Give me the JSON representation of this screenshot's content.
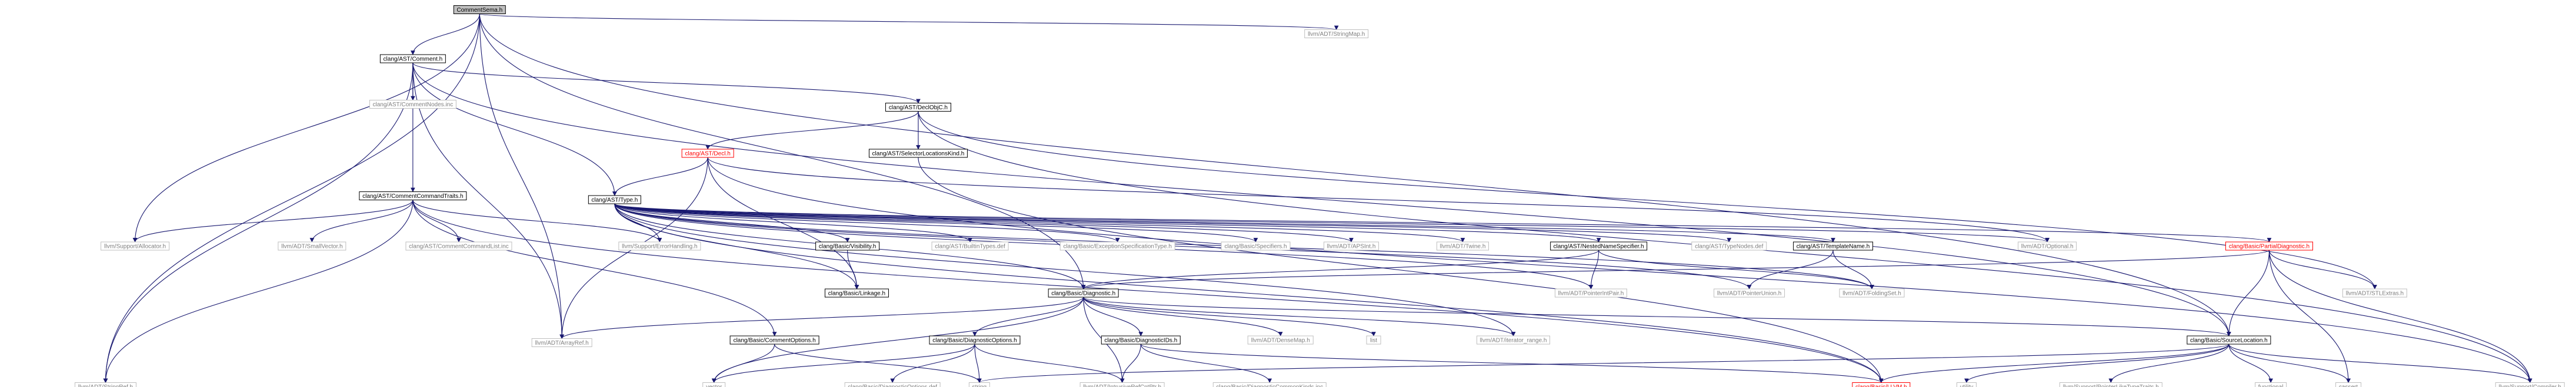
{
  "graph": {
    "edge_color": "#191970",
    "nodes": [
      {
        "id": "root",
        "label": "CommentSema.h",
        "style": "root"
      },
      {
        "id": "comment",
        "label": "clang/AST/Comment.h",
        "style": "black"
      },
      {
        "id": "stringmap",
        "label": "llvm/ADT/StringMap.h",
        "style": "gray"
      },
      {
        "id": "commentnodes",
        "label": "clang/AST/CommentNodes.inc",
        "style": "gray"
      },
      {
        "id": "declobjc",
        "label": "clang/AST/DeclObjC.h",
        "style": "black"
      },
      {
        "id": "decl",
        "label": "clang/AST/Decl.h",
        "style": "red"
      },
      {
        "id": "selloc",
        "label": "clang/AST/SelectorLocationsKind.h",
        "style": "black"
      },
      {
        "id": "cmdtraits",
        "label": "clang/AST/CommentCommandTraits.h",
        "style": "black"
      },
      {
        "id": "type",
        "label": "clang/AST/Type.h",
        "style": "black"
      },
      {
        "id": "allocator",
        "label": "llvm/Support/Allocator.h",
        "style": "gray"
      },
      {
        "id": "smallvector",
        "label": "llvm/ADT/SmallVector.h",
        "style": "gray"
      },
      {
        "id": "cmdlist",
        "label": "clang/AST/CommentCommandList.inc",
        "style": "gray"
      },
      {
        "id": "errhandling",
        "label": "llvm/Support/ErrorHandling.h",
        "style": "gray"
      },
      {
        "id": "visibility",
        "label": "clang/Basic/Visibility.h",
        "style": "black"
      },
      {
        "id": "builtintypes",
        "label": "clang/AST/BuiltinTypes.def",
        "style": "gray"
      },
      {
        "id": "exspec",
        "label": "clang/Basic/ExceptionSpecificationType.h",
        "style": "gray"
      },
      {
        "id": "specifiers",
        "label": "clang/Basic/Specifiers.h",
        "style": "gray"
      },
      {
        "id": "apsint",
        "label": "llvm/ADT/APSInt.h",
        "style": "gray"
      },
      {
        "id": "twine",
        "label": "llvm/ADT/Twine.h",
        "style": "gray"
      },
      {
        "id": "nns",
        "label": "clang/AST/NestedNameSpecifier.h",
        "style": "black"
      },
      {
        "id": "typenodes",
        "label": "clang/AST/TypeNodes.def",
        "style": "gray"
      },
      {
        "id": "templatename",
        "label": "clang/AST/TemplateName.h",
        "style": "black"
      },
      {
        "id": "optional",
        "label": "llvm/ADT/Optional.h",
        "style": "gray"
      },
      {
        "id": "partialdiag",
        "label": "clang/Basic/PartialDiagnostic.h",
        "style": "red"
      },
      {
        "id": "linkage",
        "label": "clang/Basic/Linkage.h",
        "style": "black"
      },
      {
        "id": "diagnostic",
        "label": "clang/Basic/Diagnostic.h",
        "style": "black"
      },
      {
        "id": "pointerintpair",
        "label": "llvm/ADT/PointerIntPair.h",
        "style": "gray"
      },
      {
        "id": "pointerunion",
        "label": "llvm/ADT/PointerUnion.h",
        "style": "gray"
      },
      {
        "id": "foldingset",
        "label": "llvm/ADT/FoldingSet.h",
        "style": "gray"
      },
      {
        "id": "stlextras",
        "label": "llvm/ADT/STLExtras.h",
        "style": "gray"
      },
      {
        "id": "commentoptions",
        "label": "clang/Basic/CommentOptions.h",
        "style": "black"
      },
      {
        "id": "arrayref",
        "label": "llvm/ADT/ArrayRef.h",
        "style": "gray"
      },
      {
        "id": "diagoptions",
        "label": "clang/Basic/DiagnosticOptions.h",
        "style": "black"
      },
      {
        "id": "diagids",
        "label": "clang/Basic/DiagnosticIDs.h",
        "style": "black"
      },
      {
        "id": "densemap",
        "label": "llvm/ADT/DenseMap.h",
        "style": "gray"
      },
      {
        "id": "list",
        "label": "list",
        "style": "gray"
      },
      {
        "id": "iterrange",
        "label": "llvm/ADT/iterator_range.h",
        "style": "gray"
      },
      {
        "id": "sourceloc",
        "label": "clang/Basic/SourceLocation.h",
        "style": "black"
      },
      {
        "id": "stringref",
        "label": "llvm/ADT/StringRef.h",
        "style": "gray"
      },
      {
        "id": "vector",
        "label": "vector",
        "style": "gray"
      },
      {
        "id": "diagoptsdef",
        "label": "clang/Basic/DiagnosticOptions.def",
        "style": "gray"
      },
      {
        "id": "string",
        "label": "string",
        "style": "gray"
      },
      {
        "id": "intrusiverefcnt",
        "label": "llvm/ADT/IntrusiveRefCntPtr.h",
        "style": "gray"
      },
      {
        "id": "diagcommonkinds",
        "label": "clang/Basic/DiagnosticCommonKinds.inc",
        "style": "gray"
      },
      {
        "id": "llvm",
        "label": "clang/Basic/LLVM.h",
        "style": "red"
      },
      {
        "id": "utility",
        "label": "utility",
        "style": "gray"
      },
      {
        "id": "ptrliketypetraits",
        "label": "llvm/Support/PointerLikeTypeTraits.h",
        "style": "gray"
      },
      {
        "id": "functional",
        "label": "functional",
        "style": "gray"
      },
      {
        "id": "cassert",
        "label": "cassert",
        "style": "gray"
      },
      {
        "id": "compiler",
        "label": "llvm/Support/Compiler.h",
        "style": "gray"
      }
    ],
    "edges": [
      [
        "root",
        "comment"
      ],
      [
        "root",
        "stringmap"
      ],
      [
        "root",
        "allocator"
      ],
      [
        "root",
        "arrayref"
      ],
      [
        "root",
        "stringref"
      ],
      [
        "root",
        "diagnostic"
      ],
      [
        "root",
        "sourceloc"
      ],
      [
        "comment",
        "commentnodes"
      ],
      [
        "comment",
        "declobjc"
      ],
      [
        "comment",
        "cmdtraits"
      ],
      [
        "comment",
        "type"
      ],
      [
        "comment",
        "sourceloc"
      ],
      [
        "comment",
        "arrayref"
      ],
      [
        "comment",
        "stringref"
      ],
      [
        "declobjc",
        "decl"
      ],
      [
        "declobjc",
        "selloc"
      ],
      [
        "declobjc",
        "stlextras"
      ],
      [
        "declobjc",
        "compiler"
      ],
      [
        "decl",
        "type"
      ],
      [
        "decl",
        "linkage"
      ],
      [
        "decl",
        "optional"
      ],
      [
        "decl",
        "arrayref"
      ],
      [
        "decl",
        "compiler"
      ],
      [
        "selloc",
        "llvm"
      ],
      [
        "cmdtraits",
        "commentoptions"
      ],
      [
        "cmdtraits",
        "allocator"
      ],
      [
        "cmdtraits",
        "smallvector"
      ],
      [
        "cmdtraits",
        "cmdlist"
      ],
      [
        "cmdtraits",
        "errhandling"
      ],
      [
        "cmdtraits",
        "stringref"
      ],
      [
        "cmdtraits",
        "llvm"
      ],
      [
        "type",
        "visibility"
      ],
      [
        "type",
        "builtintypes"
      ],
      [
        "type",
        "exspec"
      ],
      [
        "type",
        "specifiers"
      ],
      [
        "type",
        "apsint"
      ],
      [
        "type",
        "twine"
      ],
      [
        "type",
        "nns"
      ],
      [
        "type",
        "typenodes"
      ],
      [
        "type",
        "templatename"
      ],
      [
        "type",
        "optional"
      ],
      [
        "type",
        "partialdiag"
      ],
      [
        "type",
        "linkage"
      ],
      [
        "type",
        "diagnostic"
      ],
      [
        "type",
        "pointerintpair"
      ],
      [
        "type",
        "pointerunion"
      ],
      [
        "type",
        "foldingset"
      ],
      [
        "type",
        "iterrange"
      ],
      [
        "type",
        "llvm"
      ],
      [
        "type",
        "errhandling"
      ],
      [
        "visibility",
        "linkage"
      ],
      [
        "nns",
        "diagnostic"
      ],
      [
        "nns",
        "pointerintpair"
      ],
      [
        "nns",
        "foldingset"
      ],
      [
        "templatename",
        "pointerunion"
      ],
      [
        "templatename",
        "foldingset"
      ],
      [
        "partialdiag",
        "diagnostic"
      ],
      [
        "partialdiag",
        "sourceloc"
      ],
      [
        "partialdiag",
        "stlextras"
      ],
      [
        "partialdiag",
        "cassert"
      ],
      [
        "partialdiag",
        "compiler"
      ],
      [
        "diagnostic",
        "arrayref"
      ],
      [
        "diagnostic",
        "diagoptions"
      ],
      [
        "diagnostic",
        "diagids"
      ],
      [
        "diagnostic",
        "densemap"
      ],
      [
        "diagnostic",
        "list"
      ],
      [
        "diagnostic",
        "iterrange"
      ],
      [
        "diagnostic",
        "sourceloc"
      ],
      [
        "diagnostic",
        "vector"
      ],
      [
        "diagnostic",
        "intrusiverefcnt"
      ],
      [
        "diagoptions",
        "diagoptsdef"
      ],
      [
        "diagoptions",
        "string"
      ],
      [
        "diagoptions",
        "vector"
      ],
      [
        "diagoptions",
        "intrusiverefcnt"
      ],
      [
        "diagids",
        "intrusiverefcnt"
      ],
      [
        "diagids",
        "diagcommonkinds"
      ],
      [
        "diagids",
        "llvm"
      ],
      [
        "commentoptions",
        "vector"
      ],
      [
        "commentoptions",
        "string"
      ],
      [
        "sourceloc",
        "llvm"
      ],
      [
        "sourceloc",
        "utility"
      ],
      [
        "sourceloc",
        "ptrliketypetraits"
      ],
      [
        "sourceloc",
        "functional"
      ],
      [
        "sourceloc",
        "cassert"
      ],
      [
        "sourceloc",
        "compiler"
      ],
      [
        "sourceloc",
        "string"
      ]
    ]
  }
}
